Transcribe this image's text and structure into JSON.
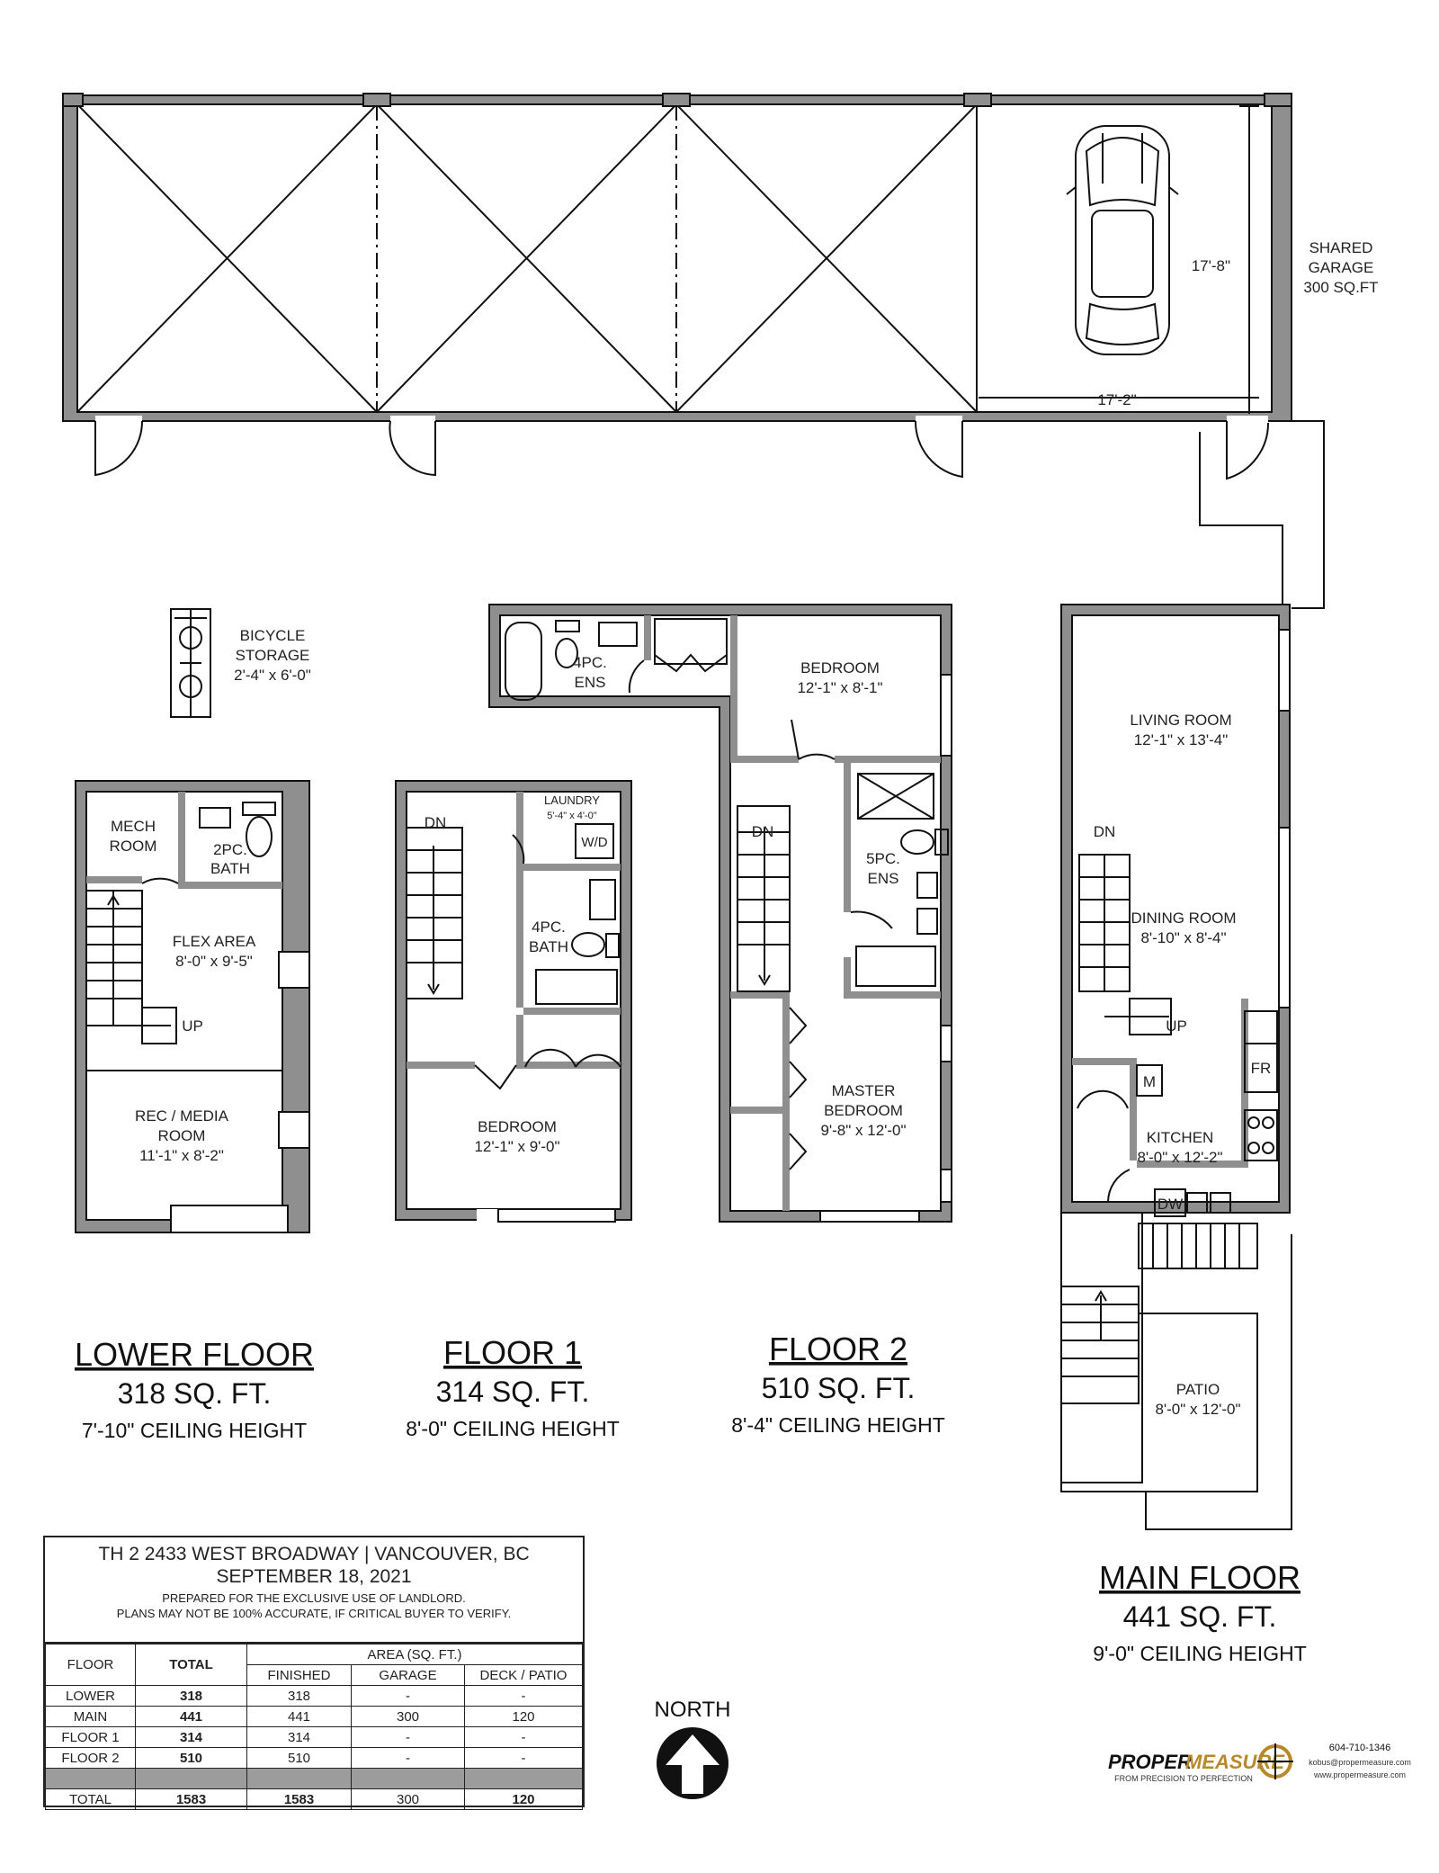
{
  "garage": {
    "label_line1": "SHARED",
    "label_line2": "GARAGE",
    "label_line3": "300 SQ.FT",
    "dim_vertical": "17'-8\"",
    "dim_horizontal": "17'-2\""
  },
  "bicycle": {
    "line1": "BICYCLE",
    "line2": "STORAGE",
    "dims": "2'-4\" x 6'-0\""
  },
  "lower_floor": {
    "rooms": {
      "mech_1": "MECH",
      "mech_2": "ROOM",
      "bath_1": "2PC.",
      "bath_2": "BATH",
      "flex_name": "FLEX AREA",
      "flex_dims": "8'-0\" x 9'-5\"",
      "up": "UP",
      "rec_1": "REC / MEDIA",
      "rec_2": "ROOM",
      "rec_dims": "11'-1\" x 8'-2\""
    },
    "title": "LOWER FLOOR",
    "area": "318 SQ. FT.",
    "ceiling": "7'-10\" CEILING HEIGHT"
  },
  "floor1": {
    "rooms": {
      "dn": "DN",
      "laundry_name": "LAUNDRY",
      "laundry_dims": "5'-4\" x 4'-0\"",
      "wd": "W/D",
      "bath_1": "4PC.",
      "bath_2": "BATH",
      "bed_name": "BEDROOM",
      "bed_dims": "12'-1\" x 9'-0\""
    },
    "title": "FLOOR 1",
    "area": "314 SQ. FT.",
    "ceiling": "8'-0\" CEILING HEIGHT"
  },
  "floor2": {
    "rooms": {
      "ens4_1": "4PC.",
      "ens4_2": "ENS",
      "bed_name": "BEDROOM",
      "bed_dims": "12'-1\" x 8'-1\"",
      "dn": "DN",
      "ens5_1": "5PC.",
      "ens5_2": "ENS",
      "master_1": "MASTER",
      "master_2": "BEDROOM",
      "master_dims": "9'-8\" x 12'-0\""
    },
    "title": "FLOOR 2",
    "area": "510 SQ. FT.",
    "ceiling": "8'-4\" CEILING HEIGHT"
  },
  "main_floor": {
    "rooms": {
      "living_name": "LIVING ROOM",
      "living_dims": "12'-1\" x 13'-4\"",
      "dn": "DN",
      "dining_name": "DINING ROOM",
      "dining_dims": "8'-10\" x 8'-4\"",
      "up": "UP",
      "fr": "FR",
      "m": "M",
      "kitchen_name": "KITCHEN",
      "kitchen_dims": "8'-0\" x 12'-2\"",
      "dw": "DW",
      "patio_name": "PATIO",
      "patio_dims": "8'-0\" x 12'-0\""
    },
    "title": "MAIN FLOOR",
    "area": "441 SQ. FT.",
    "ceiling": "9'-0\" CEILING HEIGHT"
  },
  "summary": {
    "address": "TH 2 2433 WEST BROADWAY | VANCOUVER, BC",
    "date": "SEPTEMBER 18, 2021",
    "prepared": "PREPARED FOR THE EXCLUSIVE USE OF LANDLORD.",
    "disclaimer": "PLANS MAY NOT BE 100% ACCURATE, IF CRITICAL BUYER TO VERIFY.",
    "col_floor": "FLOOR",
    "col_total": "TOTAL",
    "col_area": "AREA (SQ. FT.)",
    "col_finished": "FINISHED",
    "col_garage": "GARAGE",
    "col_deck": "DECK / PATIO",
    "rows": [
      {
        "floor": "LOWER",
        "total": "318",
        "finished": "318",
        "garage": "-",
        "deck": "-"
      },
      {
        "floor": "MAIN",
        "total": "441",
        "finished": "441",
        "garage": "300",
        "deck": "120"
      },
      {
        "floor": "FLOOR 1",
        "total": "314",
        "finished": "314",
        "garage": "-",
        "deck": "-"
      },
      {
        "floor": "FLOOR 2",
        "total": "510",
        "finished": "510",
        "garage": "-",
        "deck": "-"
      }
    ],
    "totals": {
      "floor": "TOTAL",
      "total": "1583",
      "finished": "1583",
      "garage": "300",
      "deck": "120"
    }
  },
  "north_label": "NORTH",
  "brand": {
    "name_a": "PROPER",
    "name_b": "MEASURE",
    "tagline": "FROM PRECISION TO PERFECTION",
    "phone": "604-710-1346",
    "email": "kobus@propermeasure.com",
    "web": "www.propermeasure.com"
  }
}
